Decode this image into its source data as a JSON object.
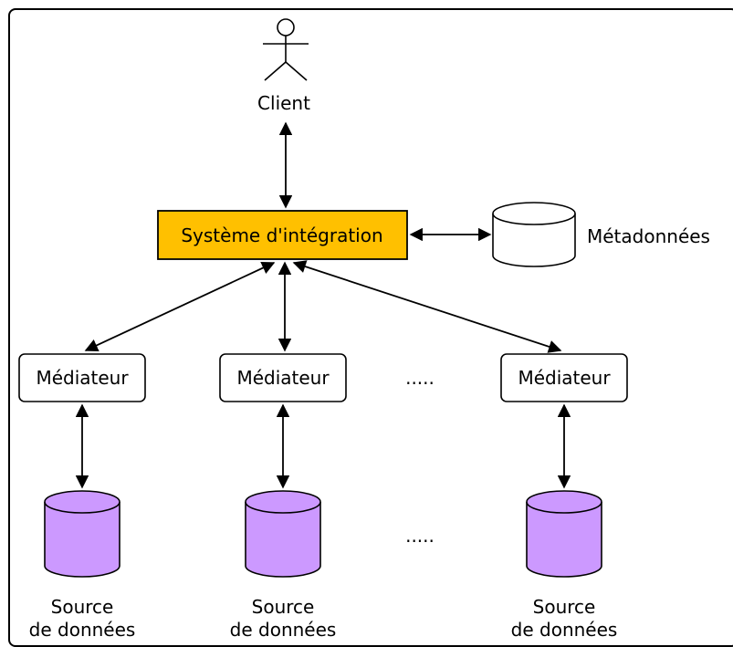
{
  "client": {
    "label": "Client"
  },
  "integration": {
    "label": "Système d'intégration",
    "fill": "#ffc000"
  },
  "metadata": {
    "label": "Métadonnées"
  },
  "mediators": [
    {
      "label": "Médiateur"
    },
    {
      "label": "Médiateur"
    },
    {
      "label": "Médiateur"
    }
  ],
  "mediator_ellipsis": ".....",
  "sources": [
    {
      "line1": "Source",
      "line2": "de données"
    },
    {
      "line1": "Source",
      "line2": "de données"
    },
    {
      "line1": "Source",
      "line2": "de données"
    }
  ],
  "source_ellipsis": ".....",
  "colors": {
    "source_fill": "#cc99ff",
    "stroke": "#000000"
  }
}
